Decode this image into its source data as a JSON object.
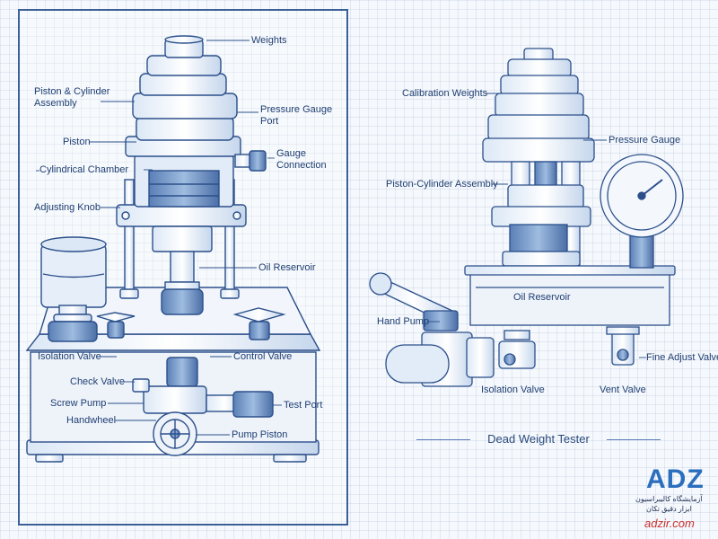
{
  "left": {
    "labels": {
      "weights": "Weights",
      "piston_cylinder_assembly": "Piston & Cylinder\nAssembly",
      "pressure_gauge_port": "Pressure Gauge\nPort",
      "piston": "Piston",
      "gauge_connection": "Gauge\nConnection",
      "cylindrical_chamber": "Cylindrical Chamber",
      "adjusting_knob": "Adjusting Knob",
      "oil_reservoir": "Oil Reservoir",
      "isolation_valve": "Isolation Valve",
      "control_valve": "Control Valve",
      "check_valve": "Check Valve",
      "screw_pump": "Screw Pump",
      "test_port": "Test Port",
      "handwheel": "Handwheel",
      "pump_piston": "Pump Piston"
    }
  },
  "right": {
    "labels": {
      "calibration_weights": "Calibration Weights",
      "pressure_gauge": "Pressure Gauge",
      "piston_cylinder_assembly": "Piston-Cylinder Assembly",
      "oil_reservoir": "Oil Reservoir",
      "hand_pump": "Hand Pump",
      "isolation_valve": "Isolation Valve",
      "vent_valve": "Vent Valve",
      "fine_adjust_valve": "Fine Adjust Valve"
    },
    "caption": "Dead Weight Tester"
  },
  "logo": {
    "mark": "ADZ",
    "line1": "آزمایشگاه کالیبراسیون",
    "line2": "ابزار دقیق تکان",
    "url": "adzir.com"
  },
  "colors": {
    "ink": "#2b4f8a",
    "ink_light": "#8fb0dc",
    "label": "#1f3e72",
    "logo_blue": "#2a6ebd",
    "logo_red": "#c9312f"
  }
}
